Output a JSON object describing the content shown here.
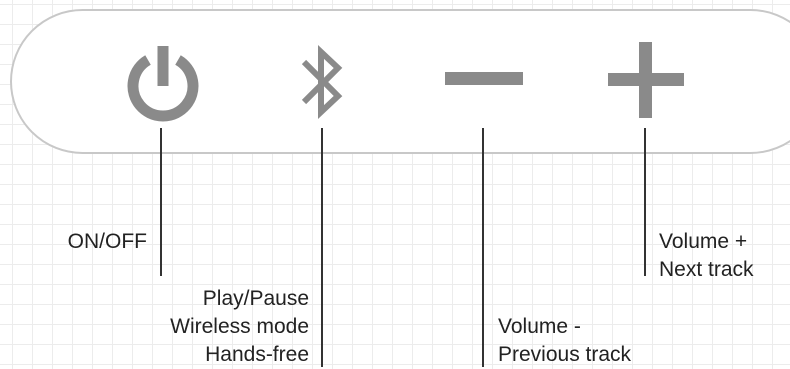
{
  "colors": {
    "icon": "#8a8a8a",
    "panel_border": "#c8c8c8",
    "leader_line": "#333333",
    "text": "#222222",
    "grid": "#ececec"
  },
  "buttons": [
    {
      "icon": "power-icon",
      "labels": [
        "ON/OFF"
      ]
    },
    {
      "icon": "bluetooth-icon",
      "labels": [
        "Play/Pause",
        "Wireless mode",
        "Hands-free"
      ]
    },
    {
      "icon": "minus-icon",
      "labels": [
        "Volume -",
        "Previous track"
      ]
    },
    {
      "icon": "plus-icon",
      "labels": [
        "Volume +",
        "Next track"
      ]
    }
  ]
}
